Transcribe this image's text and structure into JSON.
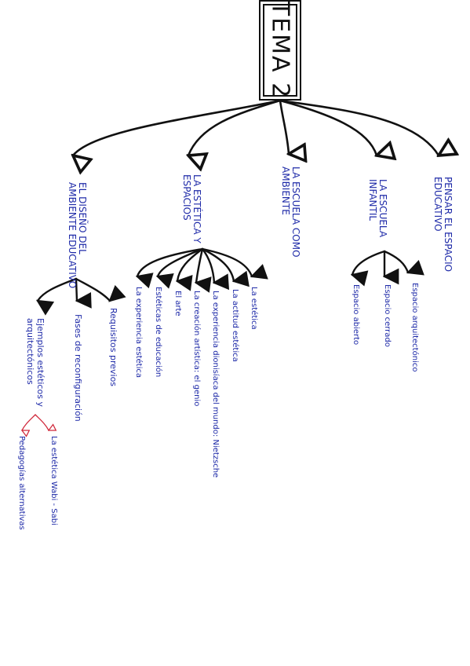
{
  "title": "TEMA 2",
  "colors": {
    "ink": "#111111",
    "text": "#1e2aa8",
    "accent": "#d0273a"
  },
  "branches": [
    {
      "label": [
        "EL DISEÑO DEL",
        "AMBIENTE EDUCATIVO"
      ],
      "children": [
        {
          "label": [
            "Ejemplos estéticos y",
            "arquitectónicos"
          ],
          "children": [
            {
              "label": [
                "La estética Wabi - Sabi"
              ]
            },
            {
              "label": [
                "Pedagogías alternativas"
              ]
            }
          ]
        },
        {
          "label": [
            "Fases de reconfiguración"
          ]
        },
        {
          "label": [
            "Requisitos previos"
          ]
        }
      ]
    },
    {
      "label": [
        "LA ESTÉTICA Y",
        "ESPACIOS"
      ],
      "children": [
        {
          "label": [
            "La experiencia estética"
          ]
        },
        {
          "label": [
            "Estéticas de educación"
          ]
        },
        {
          "label": [
            "El arte"
          ]
        },
        {
          "label": [
            "La creación artística: el genio"
          ]
        },
        {
          "label": [
            "La experiencia dionisíaca del mundo: Nietzsche"
          ]
        },
        {
          "label": [
            "La actitud estética"
          ]
        },
        {
          "label": [
            "La estética"
          ]
        }
      ]
    },
    {
      "label": [
        "LA ESCUELA COMO",
        "AMBIENTE"
      ],
      "children": []
    },
    {
      "label": [
        "LA ESCUELA",
        "INFANTIL"
      ],
      "children": [
        {
          "label": [
            "Espacio abierto"
          ]
        },
        {
          "label": [
            "Espacio cerrado"
          ]
        },
        {
          "label": [
            "Espacio arquitectónico"
          ]
        }
      ]
    },
    {
      "label": [
        "PENSAR EL ESPACIO",
        "EDUCATIVO"
      ],
      "children": []
    }
  ]
}
